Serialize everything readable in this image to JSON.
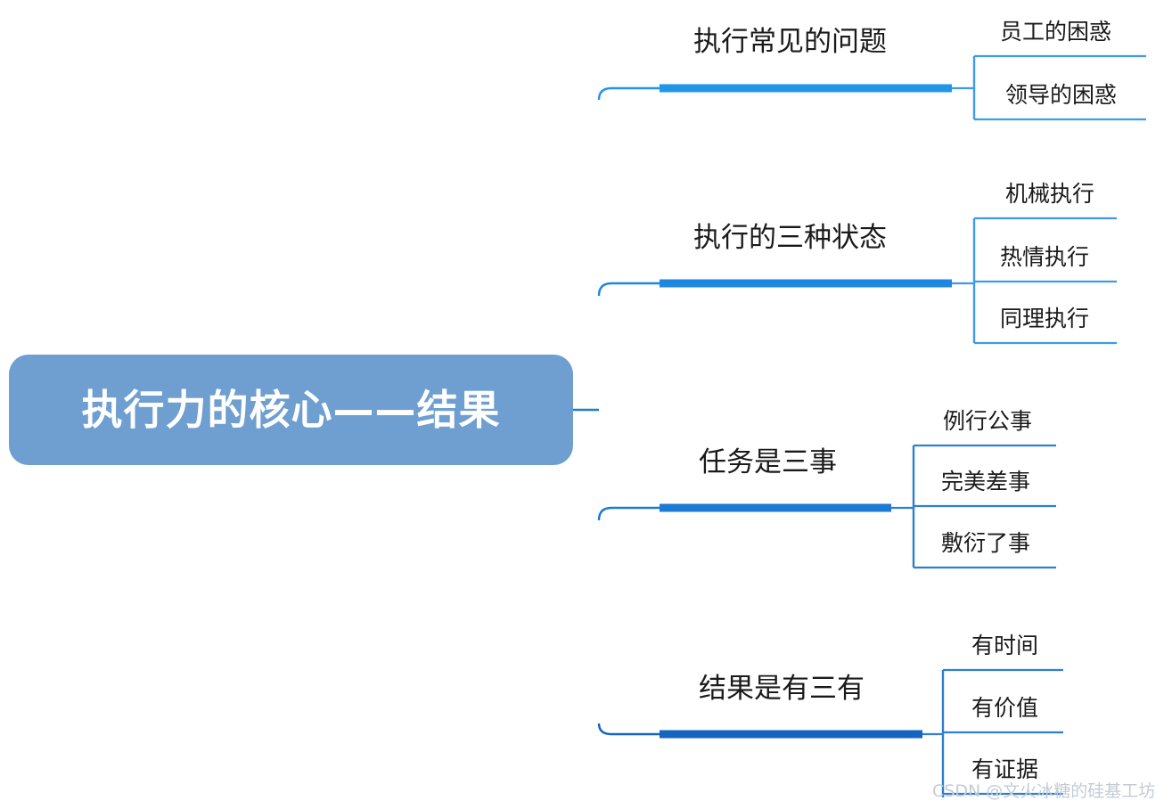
{
  "diagram": {
    "type": "mind-map",
    "title": "执行力的核心——结果",
    "watermark": "CSDN @文火冰糖的硅基工坊",
    "colors": {
      "root_fill": "#6e9fd0",
      "root_text": "#ffffff",
      "branch_1": "#2196e8",
      "branch_2": "#1e88e0",
      "branch_3": "#1b7ad4",
      "branch_4": "#1565c0",
      "leaf_line": "#3f9ae8",
      "text": "#1a1a1a",
      "watermark": "#c3ccd6",
      "background": "#ffffff"
    },
    "root": {
      "label": "执行力的核心——结果"
    },
    "branches": [
      {
        "label": "执行常见的问题",
        "color": "#2196e8",
        "children": [
          {
            "label": "员工的困惑"
          },
          {
            "label": "领导的困惑"
          }
        ]
      },
      {
        "label": "执行的三种状态",
        "color": "#1e88e0",
        "children": [
          {
            "label": "机械执行"
          },
          {
            "label": "热情执行"
          },
          {
            "label": "同理执行"
          }
        ]
      },
      {
        "label": "任务是三事",
        "color": "#1b7ad4",
        "children": [
          {
            "label": "例行公事"
          },
          {
            "label": "完美差事"
          },
          {
            "label": "敷衍了事"
          }
        ]
      },
      {
        "label": "结果是有三有",
        "color": "#1565c0",
        "children": [
          {
            "label": "有时间"
          },
          {
            "label": "有价值"
          },
          {
            "label": "有证据"
          }
        ]
      }
    ]
  }
}
